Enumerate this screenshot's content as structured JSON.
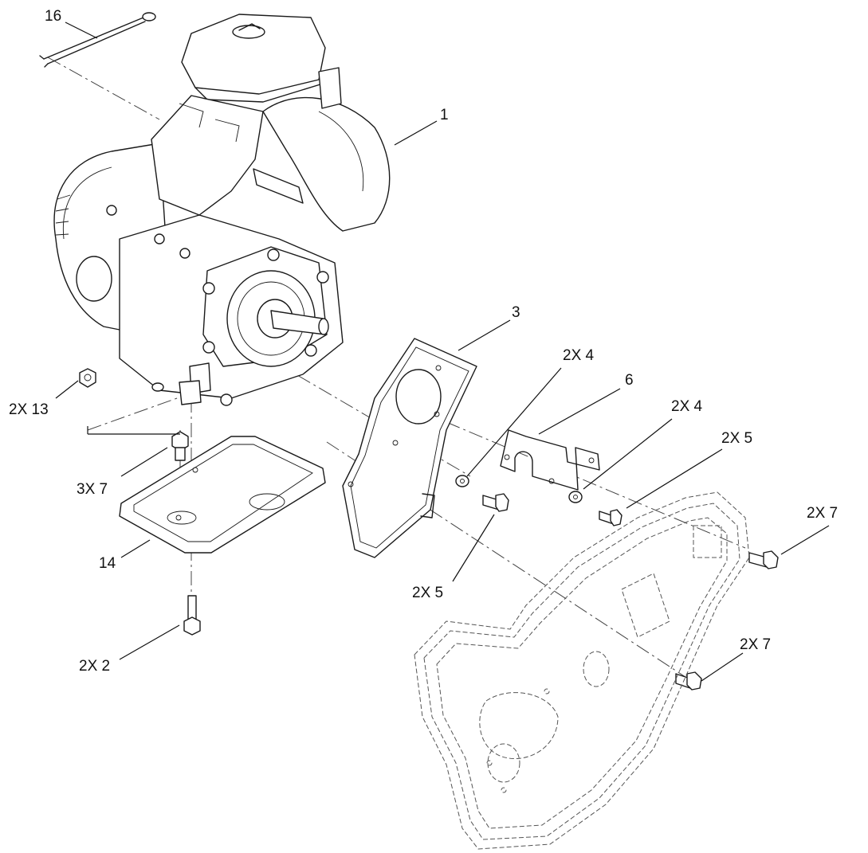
{
  "callouts": {
    "c16": "16",
    "c1": "1",
    "c3": "3",
    "c2x4a": "2X 4",
    "c6": "6",
    "c2x4b": "2X 4",
    "c2x5a": "2X 5",
    "c2x13": "2X 13",
    "c3x7": "3X 7",
    "c2x7a": "2X 7",
    "c14": "14",
    "c2x5b": "2X  5",
    "c2x2": "2X  2",
    "c2x7b": "2X 7"
  }
}
